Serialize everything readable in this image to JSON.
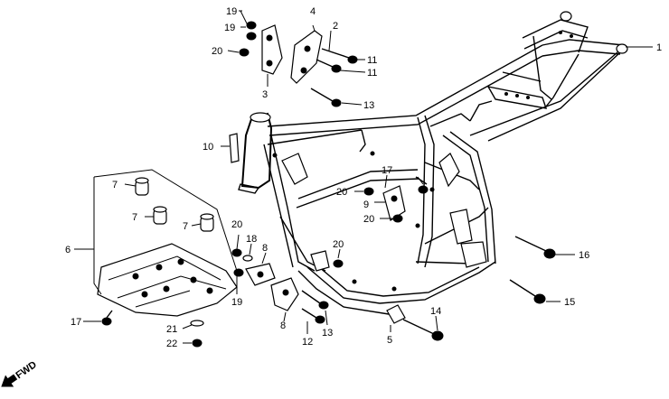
{
  "callouts": {
    "c1": "1",
    "c2": "2",
    "c3": "3",
    "c4": "4",
    "c5": "5",
    "c6": "6",
    "c7a": "7",
    "c7b": "7",
    "c7c": "7",
    "c8a": "8",
    "c8b": "8",
    "c9": "9",
    "c10": "10",
    "c11a": "11",
    "c11b": "11",
    "c12": "12",
    "c13a": "13",
    "c13b": "13",
    "c14": "14",
    "c15": "15",
    "c16": "16",
    "c17a": "17",
    "c17b": "17",
    "c18": "18",
    "c19a": "19",
    "c19b": "19",
    "c19c": "19",
    "c20a": "20",
    "c20b": "20",
    "c20c": "20",
    "c20d": "20",
    "c20e": "20",
    "c21": "21",
    "c22": "22"
  },
  "fwd_label": "FWD",
  "fwd_icon": "arrow-icon"
}
